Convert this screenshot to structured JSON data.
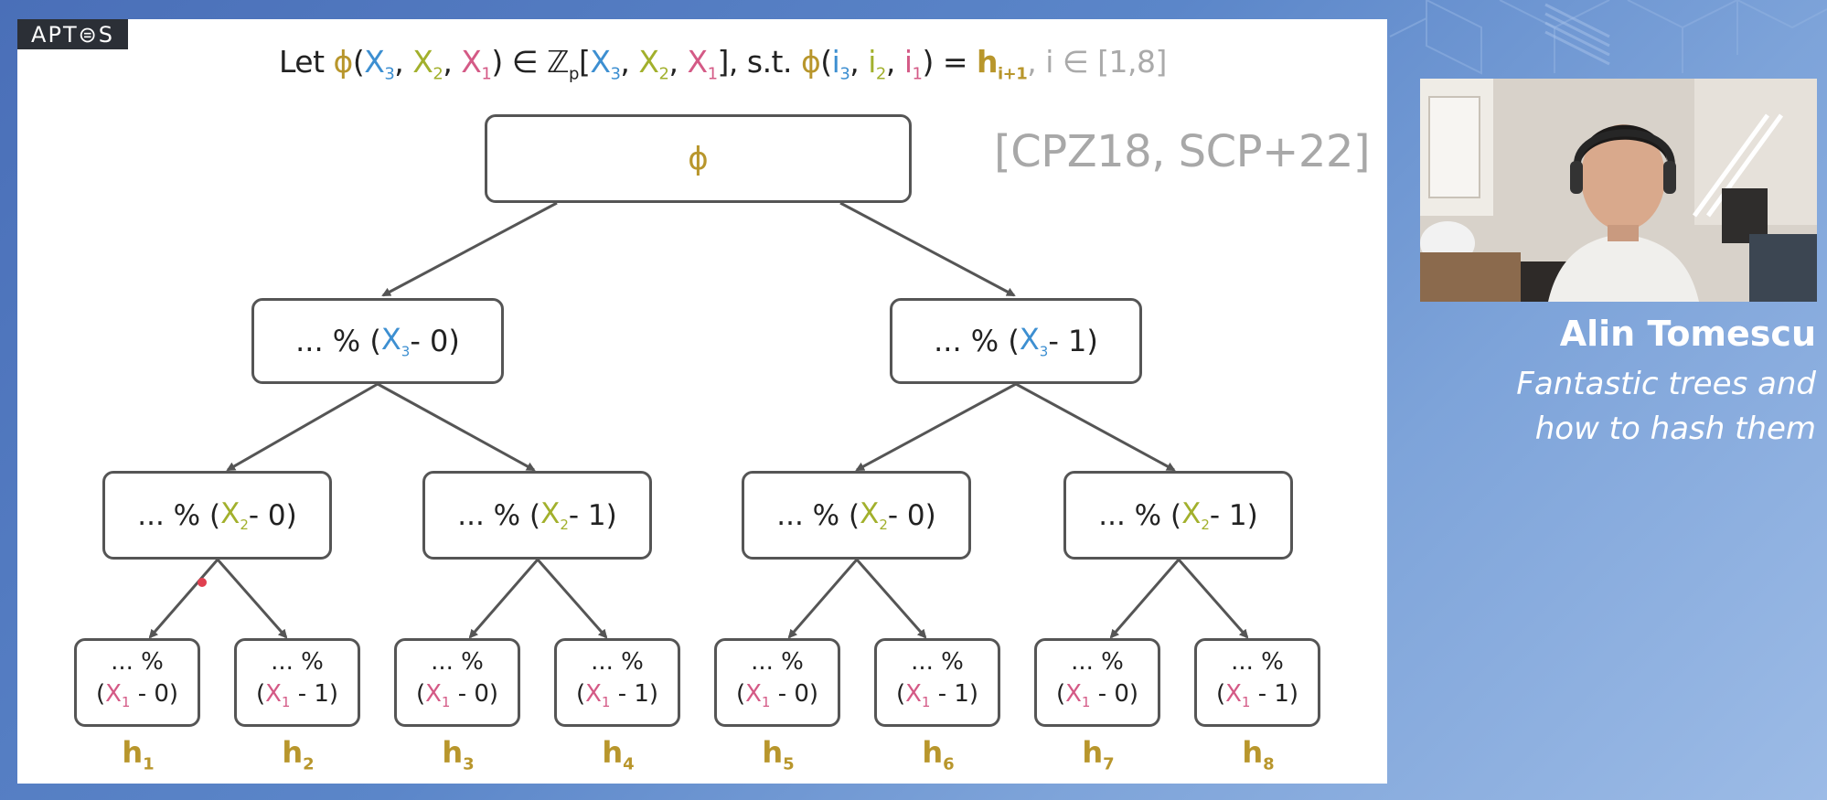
{
  "logo": {
    "text": "APT⊜S"
  },
  "formula": {
    "let": "Let ",
    "phi": "ϕ",
    "lp": "(",
    "x": "X",
    "s3": "3",
    "s2": "2",
    "s1": "1",
    "comma": ", ",
    "rp_in": ") ∈ ℤ",
    "p": "p",
    "lb": "[",
    "rb_st": "], s.t. ",
    "i": "i",
    "eq": ") = ",
    "h": "h",
    "ip1": "i+1",
    "range": ", i ∈ [1,8]"
  },
  "citation": "[CPZ18, SCP+22]",
  "tree": {
    "root": "ϕ",
    "lvl1": [
      {
        "prefix": "... % (",
        "var": "X",
        "sub": "3",
        "suffix": " - 0)"
      },
      {
        "prefix": "... % (",
        "var": "X",
        "sub": "3",
        "suffix": " - 1)"
      }
    ],
    "lvl2": [
      {
        "prefix": "... % (",
        "var": "X",
        "sub": "2",
        "suffix": " - 0)"
      },
      {
        "prefix": "... % (",
        "var": "X",
        "sub": "2",
        "suffix": " - 1)"
      },
      {
        "prefix": "... % (",
        "var": "X",
        "sub": "2",
        "suffix": " - 0)"
      },
      {
        "prefix": "... % (",
        "var": "X",
        "sub": "2",
        "suffix": " - 1)"
      }
    ],
    "leaves": [
      {
        "top": "... %",
        "open": "(",
        "var": "X",
        "sub": "1",
        "suffix": " - 0)"
      },
      {
        "top": "... %",
        "open": "(",
        "var": "X",
        "sub": "1",
        "suffix": " - 1)"
      },
      {
        "top": "... %",
        "open": "(",
        "var": "X",
        "sub": "1",
        "suffix": " - 0)"
      },
      {
        "top": "... %",
        "open": "(",
        "var": "X",
        "sub": "1",
        "suffix": " - 1)"
      },
      {
        "top": "... %",
        "open": "(",
        "var": "X",
        "sub": "1",
        "suffix": " - 0)"
      },
      {
        "top": "... %",
        "open": "(",
        "var": "X",
        "sub": "1",
        "suffix": " - 1)"
      },
      {
        "top": "... %",
        "open": "(",
        "var": "X",
        "sub": "1",
        "suffix": " - 0)"
      },
      {
        "top": "... %",
        "open": "(",
        "var": "X",
        "sub": "1",
        "suffix": " - 1)"
      }
    ],
    "hashes": [
      {
        "h": "h",
        "sub": "1"
      },
      {
        "h": "h",
        "sub": "2"
      },
      {
        "h": "h",
        "sub": "3"
      },
      {
        "h": "h",
        "sub": "4"
      },
      {
        "h": "h",
        "sub": "5"
      },
      {
        "h": "h",
        "sub": "6"
      },
      {
        "h": "h",
        "sub": "7"
      },
      {
        "h": "h",
        "sub": "8"
      }
    ]
  },
  "speaker": {
    "name": "Alin Tomescu",
    "title_line1": "Fantastic trees and",
    "title_line2": "how to hash them"
  },
  "colors": {
    "gold": "#b8962c",
    "blue": "#3d8fd1",
    "green": "#a2b02c",
    "pink": "#d45a86",
    "edge": "#555555",
    "background": "#5b86c9"
  }
}
